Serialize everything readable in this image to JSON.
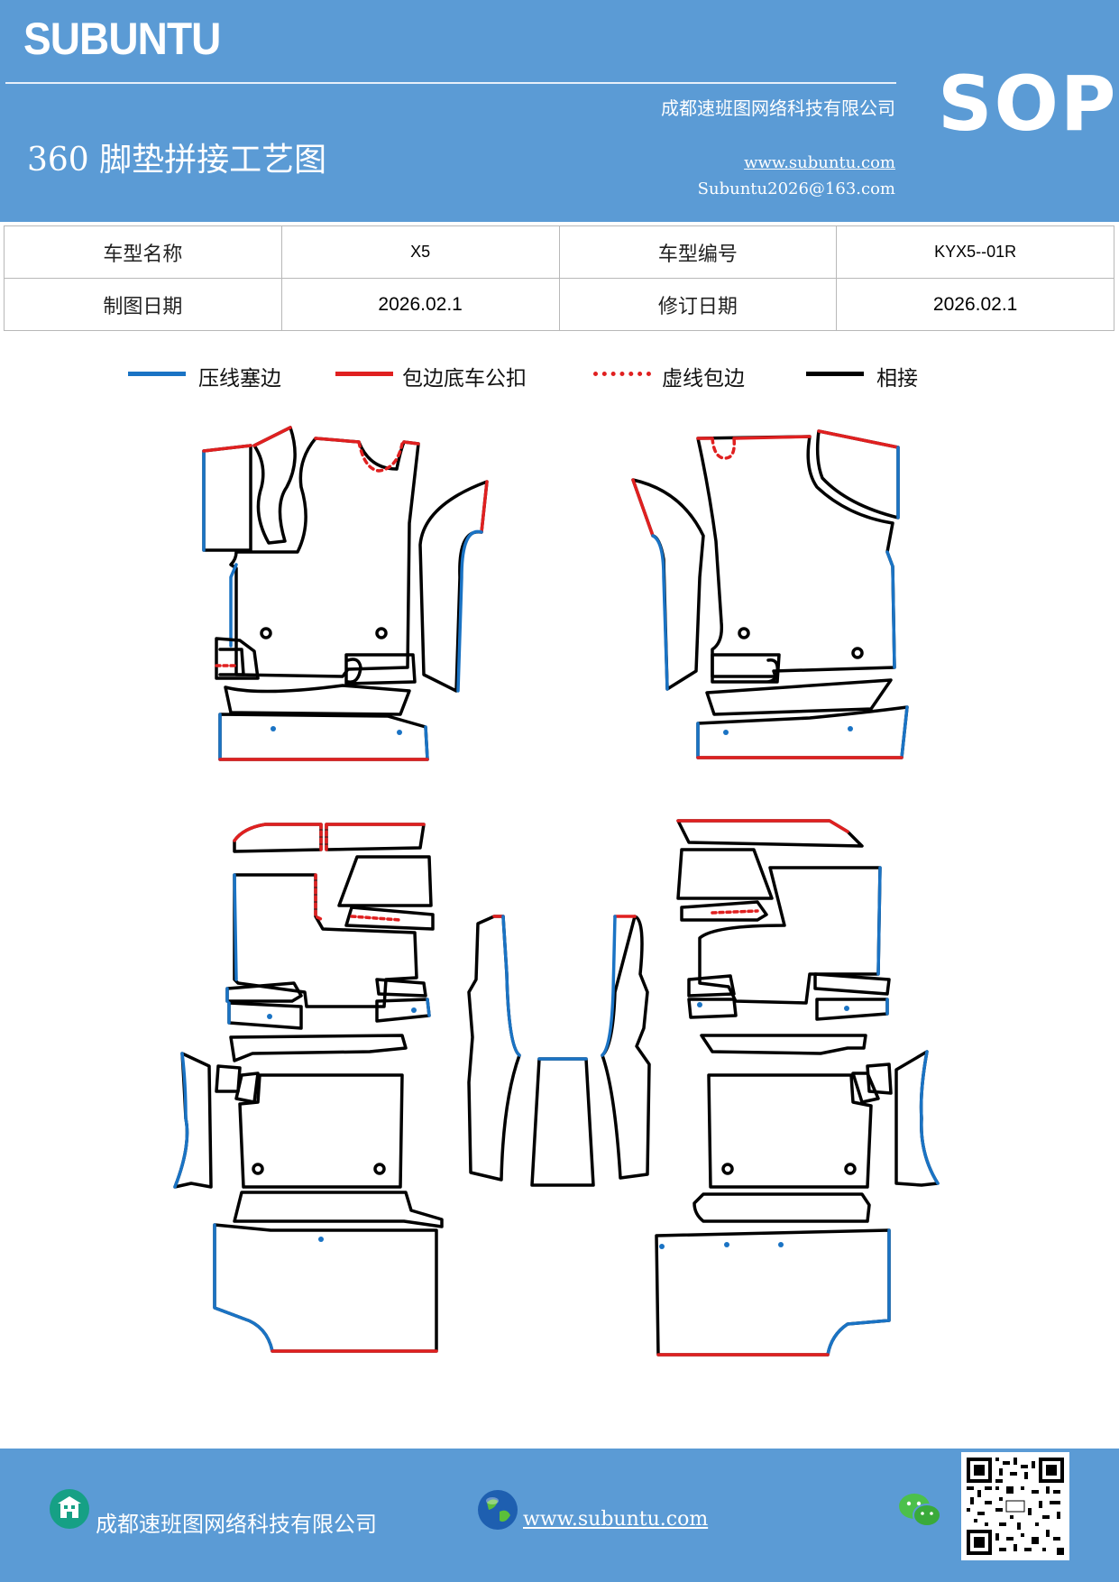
{
  "header": {
    "brand": "SUBUNTU",
    "company": "成都速班图网络科技有限公司",
    "title": "360 脚垫拼接工艺图",
    "website": "www.subuntu.com",
    "email": "Subuntu2026@163.com",
    "badge": "SOP"
  },
  "info_table": {
    "row1": {
      "label1": "车型名称",
      "value1": "X5",
      "label2": "车型编号",
      "value2": "KYX5--01R"
    },
    "row2": {
      "label1": "制图日期",
      "value1": "2026.02.1",
      "label2": "修订日期",
      "value2": "2026.02.1"
    }
  },
  "legend": [
    {
      "label": "压线塞边",
      "color": "#1a73c4",
      "style": "solid"
    },
    {
      "label": "包边底车公扣",
      "color": "#e02020",
      "style": "solid"
    },
    {
      "label": "虚线包边",
      "color": "#e02020",
      "style": "dotted"
    },
    {
      "label": "相接",
      "color": "#000000",
      "style": "solid"
    }
  ],
  "footer": {
    "company": "成都速班图网络科技有限公司",
    "website": "www.subuntu.com ",
    "icons": [
      "building-icon",
      "globe-icon",
      "wechat-icon",
      "qr-code"
    ]
  }
}
